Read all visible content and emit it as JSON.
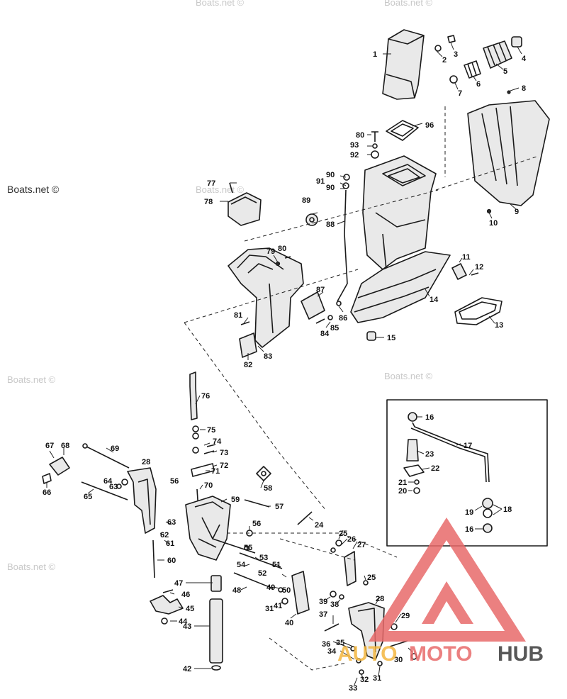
{
  "watermarks": {
    "primary": "Boats.net ©",
    "faint": "Boats.net ©"
  },
  "logo": {
    "word1": "AUTO",
    "word2": "MOTO",
    "word3": "HUB",
    "colors": {
      "triangle": "#e86a6a",
      "auto": "#f4b740",
      "moto": "#e86a6a",
      "hub": "#3a3a3a"
    }
  },
  "callouts": {
    "c1": "1",
    "c2": "2",
    "c3": "3",
    "c4": "4",
    "c5": "5",
    "c6": "6",
    "c7": "7",
    "c8": "8",
    "c9": "9",
    "c10": "10",
    "c11": "11",
    "c12": "12",
    "c13": "13",
    "c14": "14",
    "c15": "15",
    "c16a": "16",
    "c16b": "16",
    "c17": "17",
    "c18": "18",
    "c19": "19",
    "c20": "20",
    "c21": "21",
    "c22": "22",
    "c23": "23",
    "c24": "24",
    "c25a": "25",
    "c25b": "25",
    "c26": "26",
    "c27": "27",
    "c28a": "28",
    "c28b": "28",
    "c29": "29",
    "c30": "30",
    "c31a": "31",
    "c31b": "31",
    "c32": "32",
    "c33": "33",
    "c34": "34",
    "c35": "35",
    "c36": "36",
    "c37": "37",
    "c38": "38",
    "c39": "39",
    "c40": "40",
    "c41": "41",
    "c42": "42",
    "c43": "43",
    "c44": "44",
    "c45": "45",
    "c46": "46",
    "c47": "47",
    "c48": "48",
    "c49": "49",
    "c50": "50",
    "c51": "51",
    "c52": "52",
    "c53": "53",
    "c54": "54",
    "c55": "55",
    "c56a": "56",
    "c56b": "56",
    "c57": "57",
    "c58": "58",
    "c59": "59",
    "c60": "60",
    "c61": "61",
    "c62": "62",
    "c63a": "63",
    "c63b": "63",
    "c64": "64",
    "c65": "65",
    "c66": "66",
    "c67": "67",
    "c68": "68",
    "c69": "69",
    "c70": "70",
    "c71": "71",
    "c72": "72",
    "c73": "73",
    "c74": "74",
    "c75": "75",
    "c76": "76",
    "c77": "77",
    "c78": "78",
    "c79": "79",
    "c80a": "80",
    "c80b": "80",
    "c81": "81",
    "c82": "82",
    "c83": "83",
    "c84": "84",
    "c85": "85",
    "c86": "86",
    "c87": "87",
    "c88": "88",
    "c89": "89",
    "c90a": "90",
    "c90b": "90",
    "c91": "91",
    "c92": "92",
    "c93": "93",
    "c96": "96"
  }
}
